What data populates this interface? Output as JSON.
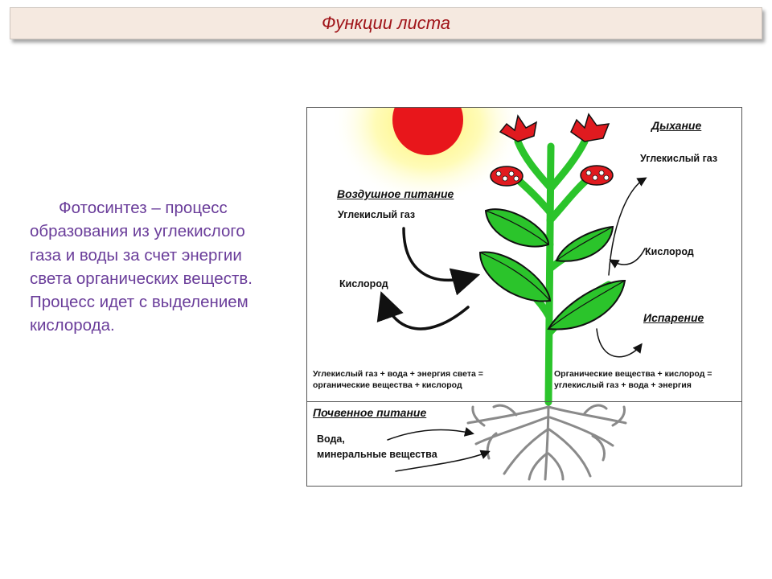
{
  "header": {
    "title": "Функции листа"
  },
  "main": {
    "paragraph_lines": [
      "Фотосинтез – процесс",
      "образования из",
      "углекислого газа и воды за",
      "счет энергии света",
      "органических веществ.",
      "Процесс идет с",
      "выделением кислорода."
    ]
  },
  "diagram": {
    "respiration_heading": "Дыхание",
    "respiration_co2": "Углекислый газ",
    "respiration_o2": "Кислород",
    "air_nutrition_heading": "Воздушное питание",
    "air_co2": "Углекислый газ",
    "air_o2": "Кислород",
    "evaporation_heading": "Испарение",
    "photosynthesis_eq_1": "Углекислый газ + вода + энергия света =",
    "photosynthesis_eq_2": "органические вещества + кислород",
    "respiration_eq_1": "Органические вещества + кислород =",
    "respiration_eq_2": "углекислый газ + вода + энергия",
    "soil_nutrition_heading": "Почвенное питание",
    "soil_water": "Вода,",
    "soil_minerals": "минеральные вещества"
  },
  "colors": {
    "title_text": "#a01419",
    "title_bg": "#f5e9e0",
    "body_text": "#6a3d9a",
    "sun": "#e8161b",
    "sun_glow": "#fff26a",
    "leaf": "#2bc42b",
    "flower": "#e01a1f",
    "root": "#8a8a8a"
  }
}
